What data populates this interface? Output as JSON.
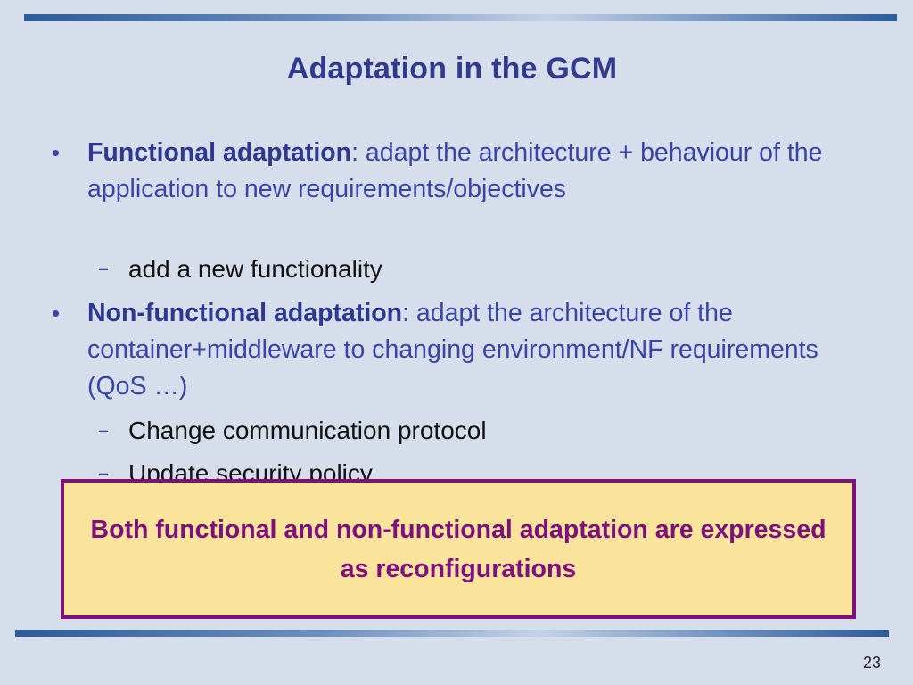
{
  "slide": {
    "title": "Adaptation in the GCM",
    "bullets": [
      {
        "bold": "Functional adaptation",
        "rest": ": adapt the architecture + behaviour of the application to new requirements/objectives",
        "subitems": [
          "add a new functionality"
        ]
      },
      {
        "bold": "Non-functional adaptation",
        "rest": ": adapt the architecture of the container+middleware to changing environment/NF requirements (QoS …)",
        "subitems": [
          "Change communication protocol",
          "Update security policy"
        ]
      }
    ],
    "bullet_glyph": "•",
    "sub_glyph": "–",
    "callout": "Both functional and non-functional adaptation are expressed as reconfigurations",
    "page_number": "23"
  },
  "colors": {
    "background": "#d6ddeb",
    "title": "#323a8c",
    "bullet_text": "#3a44a4",
    "callout_fill": "#fae39a",
    "callout_border": "#7d0f7e",
    "callout_text": "#7d0f7e",
    "rule": "#2d5c98"
  }
}
